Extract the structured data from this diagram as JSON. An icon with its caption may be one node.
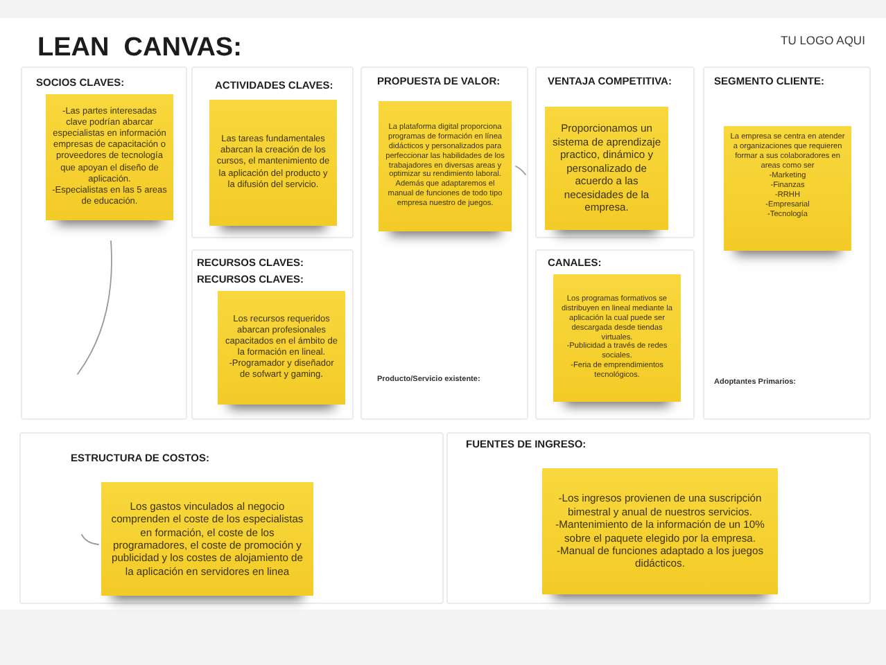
{
  "diagram": {
    "title": "LEAN  CANVAS:",
    "nodes": [
      {
        "text": [
          "SOCIOS CLAVES:"
        ]
      },
      {
        "text": [
          "-Las partes interesadas clave podrían abarcar especialistas en información empresas de capacitación o proveedores de tecnología que apoyan el diseño de aplicación.",
          "-Especialistas en las 5 areas de educación."
        ],
        "in": 0
      },
      {
        "text": [
          "ACTIVIDADES CLAVES:"
        ]
      },
      {
        "text": [
          "Las tareas fundamentales abarcan la creación de los cursos, el mantenimiento de la aplicación del producto y la difusión del servicio."
        ],
        "in": 2
      },
      {
        "text": [
          "RECURSOS CLAVES:",
          "RECURSOS CLAVES:"
        ]
      },
      {
        "text": [
          "Los recursos requeridos abarcan profesionales capacitados en el ámbito de la formación en lineal.",
          "-Programador y diseñador de sofwart y gaming."
        ],
        "in": 4
      },
      {
        "text": [
          "PROPUESTA DE VALOR:",
          "Producto/Servicio existente:"
        ]
      },
      {
        "text": [
          "La plataforma digital proporciona programas de formación en línea didácticos y personalizados para perfeccionar las habilidades de los trabajadores en diversas areas y optimizar su rendimiento laboral.",
          "Además que adaptaremos el manual de funciones de todo tipo empresa nuestro de juegos."
        ],
        "in": 6
      },
      {
        "text": [
          "VENTAJA COMPETITIVA:"
        ]
      },
      {
        "text": [
          "Proporcionamos un sistema de aprendizaje practico, dinámico y personalizado de acuerdo a las necesidades de la empresa."
        ],
        "in": 8
      },
      {
        "text": [
          "CANALES:"
        ]
      },
      {
        "text": [
          "Los programas formativos se distribuyen en lineal mediante la aplicación la cual puede ser descargada desde tiendas virtuales.",
          "-Publicidad a través de redes sociales.",
          "-Feria de emprendimientos tecnológicos."
        ],
        "in": 10
      },
      {
        "text": [
          "SEGMENTO CLIENTE:",
          "Adoptantes Primarios:"
        ]
      },
      {
        "text": [
          "La empresa se centra en atender a organizaciones que requieren formar a sus colaboradores en areas como ser",
          "-Marketing",
          "-Finanzas",
          "-RRHH",
          "-Empresarial",
          "-Tecnología"
        ],
        "in": 12
      },
      {
        "text": [
          "ESTRUCTURA DE COSTOS:"
        ]
      },
      {
        "text": [
          "Los gastos vinculados al negocio comprenden el coste de los especialistas en formación, el coste de los programadores, el coste de promoción y publicidad y los costes de alojamiento de la aplicación en servidores en linea"
        ],
        "in": 14
      },
      {
        "text": [
          "FUENTES DE INGRESO:"
        ]
      },
      {
        "text": [
          "-Los ingresos provienen de una suscripción bimestral y anual de nuestros servicios.",
          "-Mantenimiento de la información de un 10% sobre el paquete elegido por la empresa.",
          "-Manual de funciones adaptado a los juegos didácticos."
        ],
        "in": 16
      }
    ],
    "labels": [
      "TU LOGO AQUI"
    ]
  }
}
